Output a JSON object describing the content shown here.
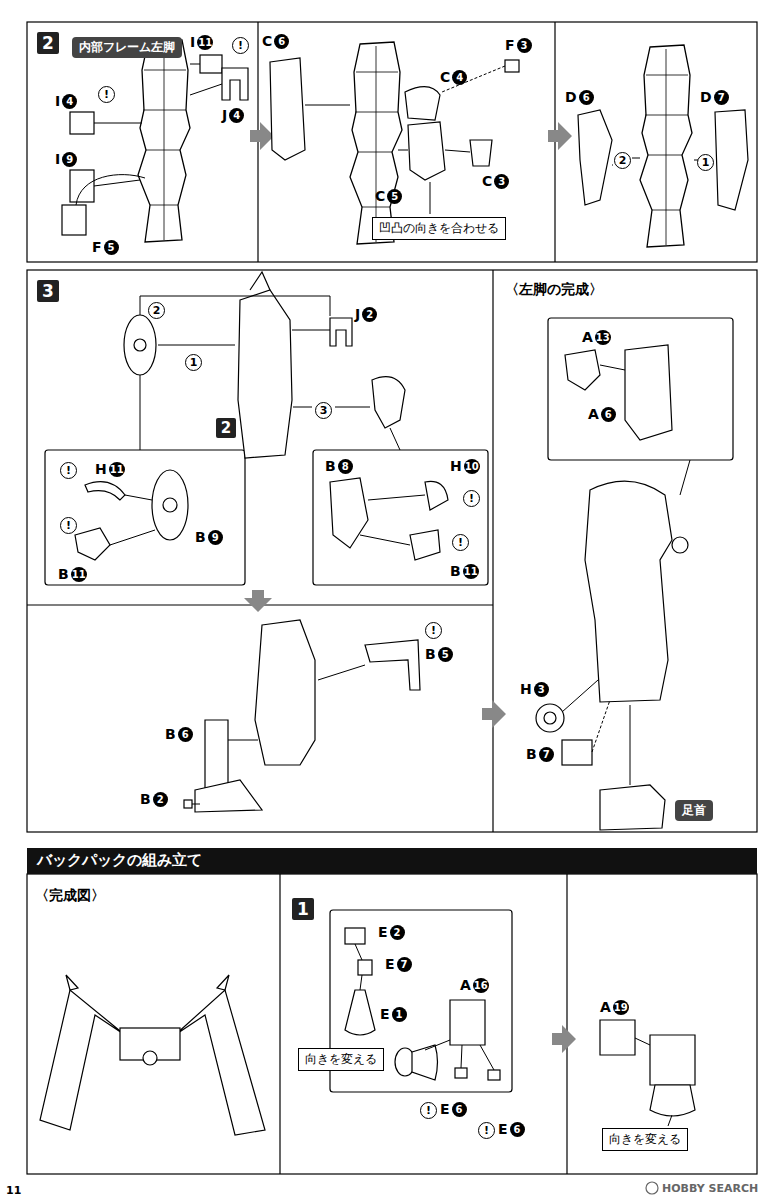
{
  "diagram": {
    "nodes": [
      {
        "text": [
          "2"
        ]
      },
      {
        "text": [
          "内部フレーム左脚"
        ]
      },
      {
        "text": [
          "凹凸の向きを合わせる"
        ]
      },
      {
        "text": [
          "3"
        ]
      },
      {
        "text": [
          "2"
        ]
      },
      {
        "text": [
          "足首"
        ]
      },
      {
        "text": [
          "バックパックの組み立て"
        ]
      },
      {
        "text": [
          "1"
        ]
      },
      {
        "text": [
          "向きを変える"
        ]
      },
      {
        "text": [
          "向きを変える"
        ]
      }
    ],
    "labels": [
      "I11",
      "!",
      "I4",
      "!",
      "I9",
      "J4",
      "F5",
      "C6",
      "C4",
      "F3",
      "C5",
      "C3",
      "D6",
      "D7",
      "2",
      "1",
      "2",
      "1",
      "3",
      "J2",
      "!",
      "H11",
      "B9",
      "!",
      "B11",
      "B8",
      "H10",
      "!",
      "!",
      "B11",
      "!",
      "B5",
      "B6",
      "B2",
      "〈左脚の完成〉",
      "A13",
      "A6",
      "H3",
      "B7",
      "〈完成図〉",
      "E2",
      "E7",
      "E1",
      "A16",
      "!",
      "E6",
      "!",
      "E6",
      "A19",
      "11",
      "HOBBY SEARCH"
    ]
  }
}
